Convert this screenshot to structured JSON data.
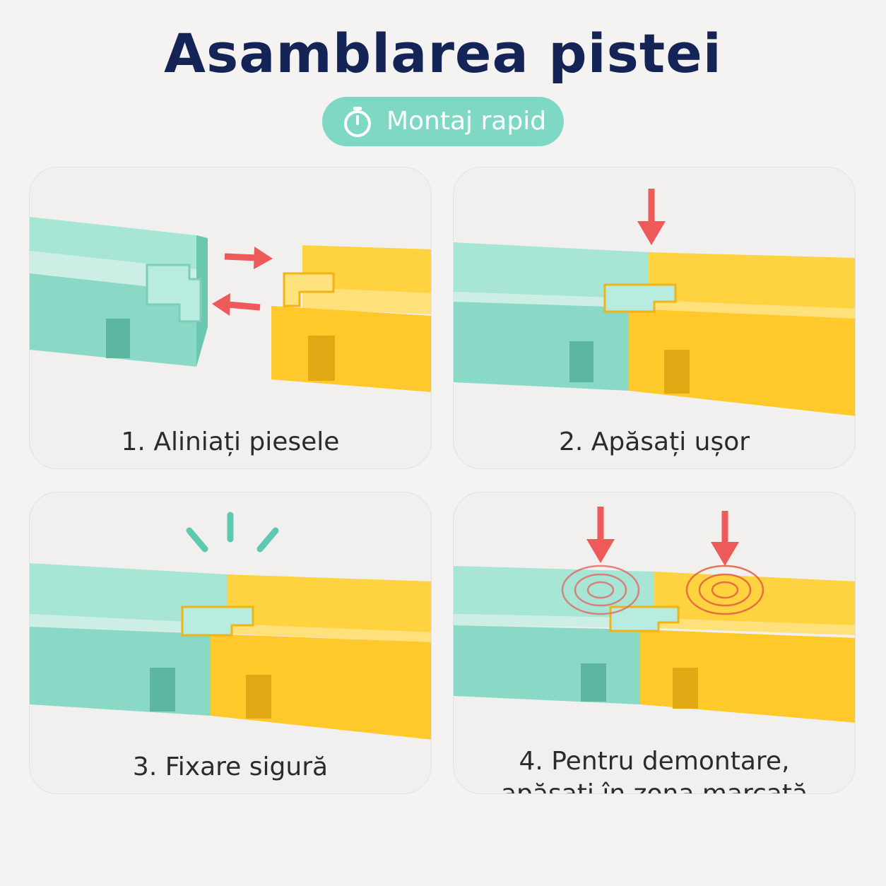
{
  "header": {
    "title": "Asamblarea pistei",
    "badge_label": "Montaj rapid",
    "badge_icon": "stopwatch-icon"
  },
  "colors": {
    "title": "#142456",
    "badge": "#7fd8c4",
    "mint_piece": "#8ad9c6",
    "yellow_piece": "#ffc92b",
    "arrow": "#ee5a5a"
  },
  "steps": [
    {
      "label": "1. Aliniați piesele"
    },
    {
      "label": "2. Apăsați ușor"
    },
    {
      "label": "3. Fixare sigură"
    },
    {
      "label_line1": "4. Pentru demontare,",
      "label_line2": "apăsați în zona marcată"
    }
  ]
}
